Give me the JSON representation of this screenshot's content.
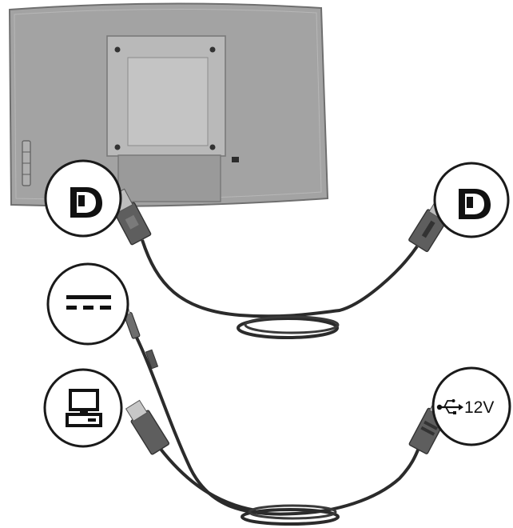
{
  "figure": {
    "type": "monitor cable connection diagram",
    "colors": {
      "monitor_back": "#a3a3a3",
      "monitor_back_light": "#bcbcbc",
      "cable": "#2b2b2b",
      "connector": "#5a5a5a",
      "callout_ring": "#1a1a1a",
      "background": "#ffffff"
    },
    "callouts": [
      {
        "icon": "displayport-icon",
        "side": "monitor"
      },
      {
        "icon": "displayport-icon",
        "side": "host"
      },
      {
        "icon": "dc-power-icon",
        "side": "monitor"
      },
      {
        "icon": "computer-icon",
        "side": "monitor"
      },
      {
        "icon": "usb-icon",
        "side": "host",
        "label": "12V"
      }
    ]
  }
}
